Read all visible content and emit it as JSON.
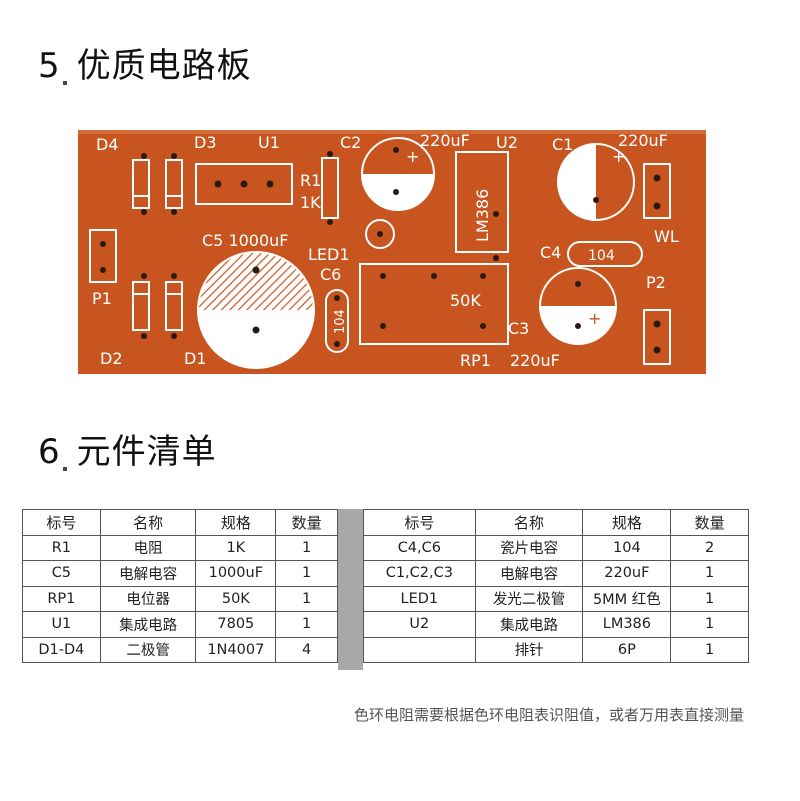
{
  "section5": {
    "number": "5",
    "title": "优质电路板"
  },
  "section6": {
    "number": "6",
    "title": "元件清单"
  },
  "pcb": {
    "board_color": "#c8551f",
    "labels": {
      "d4": "D4",
      "d3": "D3",
      "u1": "U1",
      "r1": "R1",
      "r1_value": "1K",
      "c2": "C2",
      "c2_value": "220uF",
      "u2": "U2",
      "u2_chip": "LM386",
      "c1": "C1",
      "c1_value": "220uF",
      "wl": "WL",
      "c5": "C5 1000uF",
      "led1": "LED1",
      "c6": "C6",
      "c6_value": "104",
      "c4": "C4",
      "c4_value": "104",
      "p2": "P2",
      "p1": "P1",
      "rp1_value": "50K",
      "c3": "C3",
      "d2": "D2",
      "d1": "D1",
      "rp1": "RP1",
      "c3_value": "220uF",
      "plus": "+"
    }
  },
  "bom": {
    "headers": [
      "标号",
      "名称",
      "规格",
      "数量"
    ],
    "left_rows": [
      [
        "R1",
        "电阻",
        "1K",
        "1"
      ],
      [
        "C5",
        "电解电容",
        "1000uF",
        "1"
      ],
      [
        "RP1",
        "电位器",
        "50K",
        "1"
      ],
      [
        "U1",
        "集成电路",
        "7805",
        "1"
      ],
      [
        "D1-D4",
        "二极管",
        "1N4007",
        "4"
      ]
    ],
    "right_rows": [
      [
        "C4,C6",
        "瓷片电容",
        "104",
        "2"
      ],
      [
        "C1,C2,C3",
        "电解电容",
        "220uF",
        "1"
      ],
      [
        "LED1",
        "发光二极管",
        "5MM 红色",
        "1"
      ],
      [
        "U2",
        "集成电路",
        "LM386",
        "1"
      ],
      [
        "",
        "排针",
        "6P",
        "1"
      ]
    ]
  },
  "note": "色环电阻需要根据色环电阻表识阻值，或者万用表直接测量"
}
